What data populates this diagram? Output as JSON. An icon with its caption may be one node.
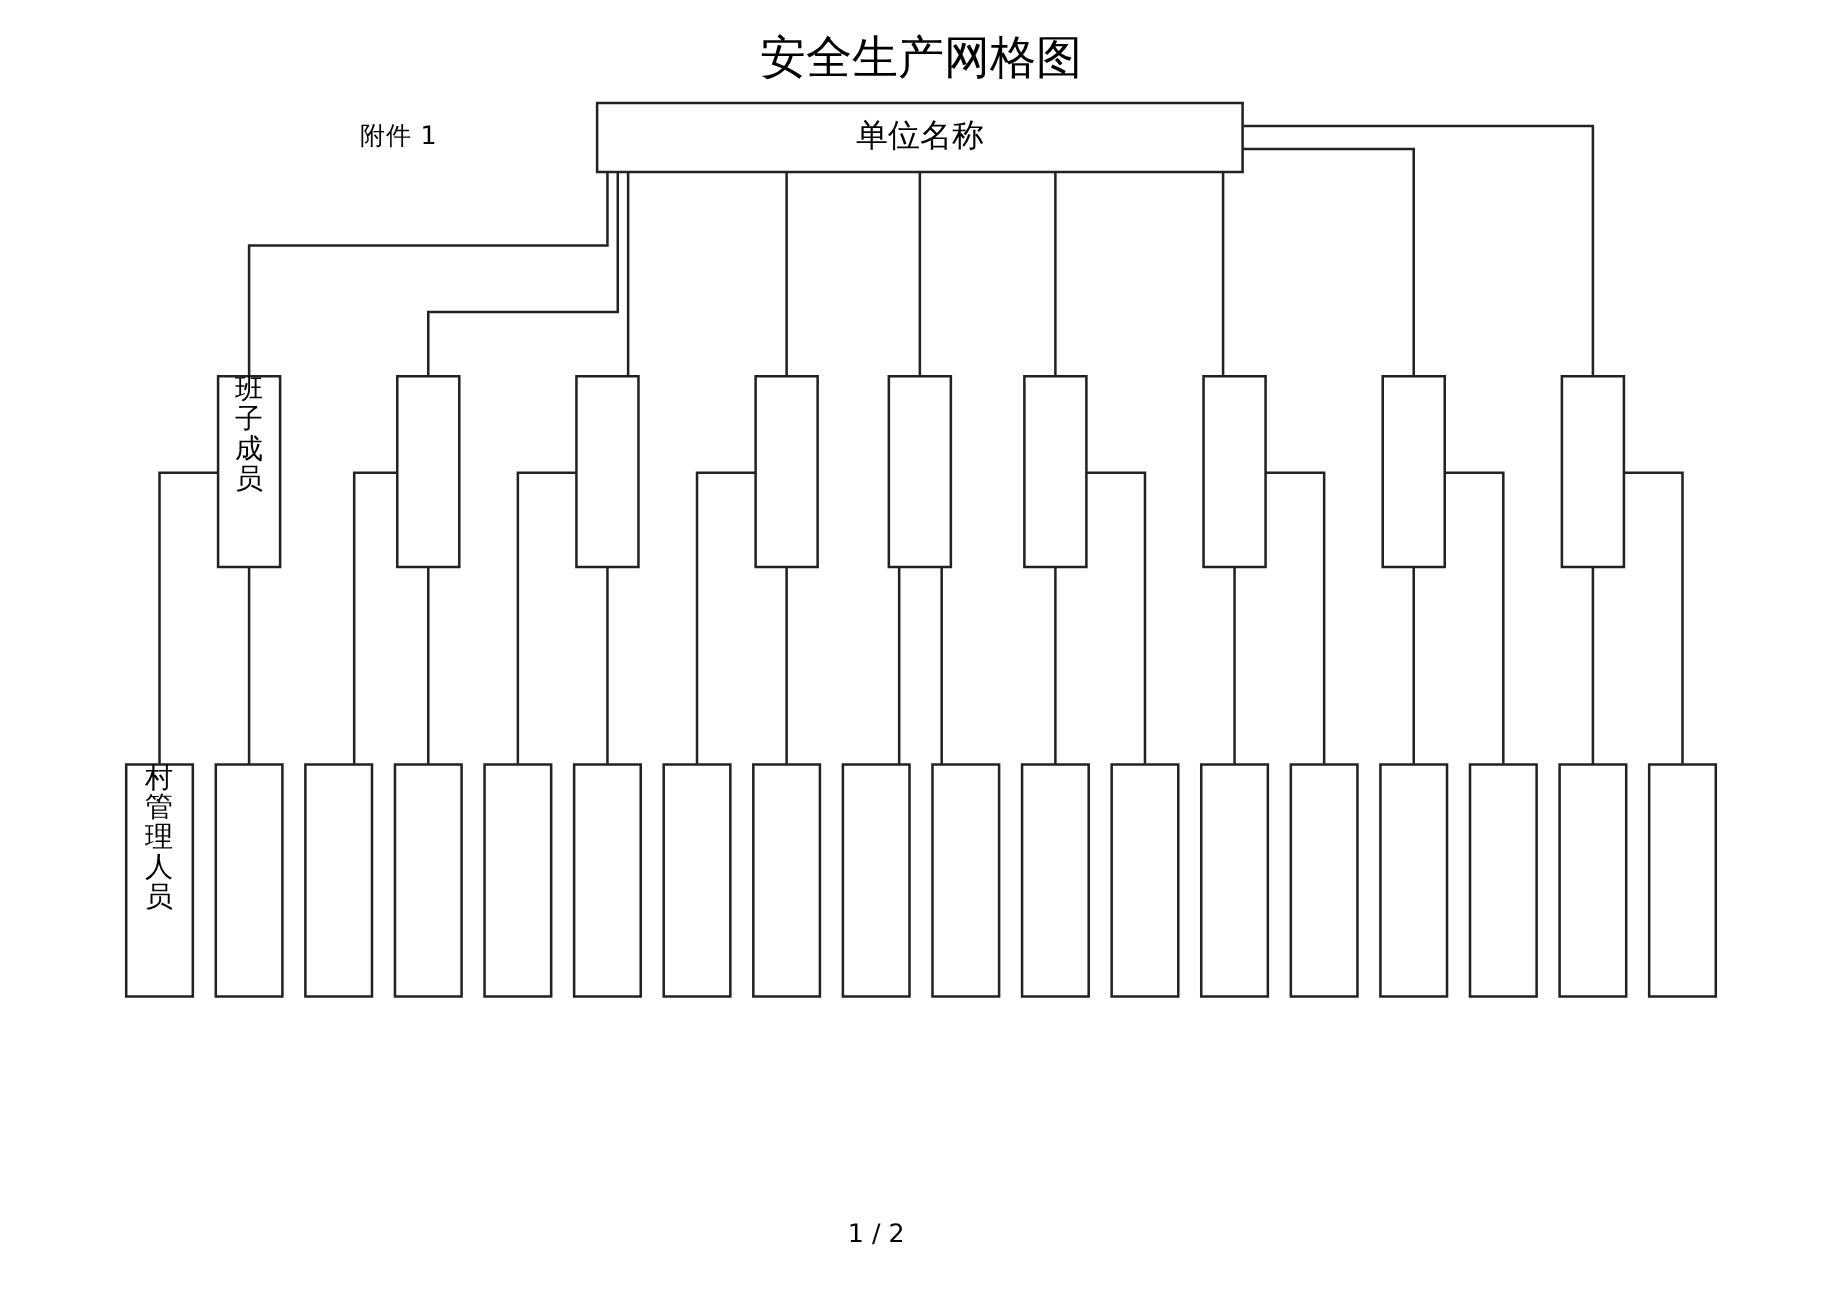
{
  "diagram": {
    "title": "安全生产网格图",
    "nodes": [
      {
        "text": [
          "单位名称"
        ]
      },
      {
        "text": [
          "班子成员"
        ]
      },
      {
        "text": [],
        "shape": "box"
      },
      {
        "text": [],
        "shape": "box"
      },
      {
        "text": [],
        "shape": "box"
      },
      {
        "text": [],
        "shape": "box"
      },
      {
        "text": [],
        "shape": "box"
      },
      {
        "text": [],
        "shape": "box"
      },
      {
        "text": [],
        "shape": "box"
      },
      {
        "text": [],
        "shape": "box"
      },
      {
        "text": [
          "村管理人员"
        ]
      },
      {
        "text": [],
        "shape": "box"
      },
      {
        "text": [],
        "shape": "box"
      },
      {
        "text": [],
        "shape": "box"
      },
      {
        "text": [],
        "shape": "box"
      },
      {
        "text": [],
        "shape": "box"
      },
      {
        "text": [],
        "shape": "box"
      },
      {
        "text": [],
        "shape": "box"
      },
      {
        "text": [],
        "shape": "box"
      },
      {
        "text": [],
        "shape": "box"
      },
      {
        "text": [],
        "shape": "box"
      },
      {
        "text": [],
        "shape": "box"
      },
      {
        "text": [],
        "shape": "box"
      },
      {
        "text": [],
        "shape": "box"
      },
      {
        "text": [],
        "shape": "box"
      },
      {
        "text": [],
        "shape": "box"
      },
      {
        "text": [],
        "shape": "box"
      },
      {
        "text": [],
        "shape": "box"
      }
    ],
    "edges": [
      {
        "from": 0,
        "to": 1,
        "arrow": "none"
      },
      {
        "from": 0,
        "to": 2,
        "arrow": "none"
      },
      {
        "from": 0,
        "to": 3,
        "arrow": "none"
      },
      {
        "from": 0,
        "to": 4,
        "arrow": "none"
      },
      {
        "from": 0,
        "to": 5,
        "arrow": "none"
      },
      {
        "from": 0,
        "to": 6,
        "arrow": "none"
      },
      {
        "from": 0,
        "to": 7,
        "arrow": "none"
      },
      {
        "from": 0,
        "to": 8,
        "arrow": "none"
      },
      {
        "from": 0,
        "to": 9,
        "arrow": "none"
      },
      {
        "from": 1,
        "to": 10,
        "arrow": "none"
      },
      {
        "from": 1,
        "to": 11,
        "arrow": "none"
      },
      {
        "from": 2,
        "to": 12,
        "arrow": "none"
      },
      {
        "from": 2,
        "to": 13,
        "arrow": "none"
      },
      {
        "from": 3,
        "to": 14,
        "arrow": "none"
      },
      {
        "from": 3,
        "to": 15,
        "arrow": "none"
      },
      {
        "from": 4,
        "to": 16,
        "arrow": "none"
      },
      {
        "from": 4,
        "to": 17,
        "arrow": "none"
      },
      {
        "from": 5,
        "to": 18,
        "arrow": "none"
      },
      {
        "from": 5,
        "to": 19,
        "arrow": "none"
      },
      {
        "from": 6,
        "to": 20,
        "arrow": "none"
      },
      {
        "from": 6,
        "to": 21,
        "arrow": "none"
      },
      {
        "from": 7,
        "to": 22,
        "arrow": "none"
      },
      {
        "from": 7,
        "to": 23,
        "arrow": "none"
      },
      {
        "from": 8,
        "to": 24,
        "arrow": "none"
      },
      {
        "from": 8,
        "to": 25,
        "arrow": "none"
      },
      {
        "from": 9,
        "to": 26,
        "arrow": "none"
      },
      {
        "from": 9,
        "to": 27,
        "arrow": "none"
      }
    ],
    "labels": [
      "附件 1",
      "1 / 2"
    ]
  }
}
